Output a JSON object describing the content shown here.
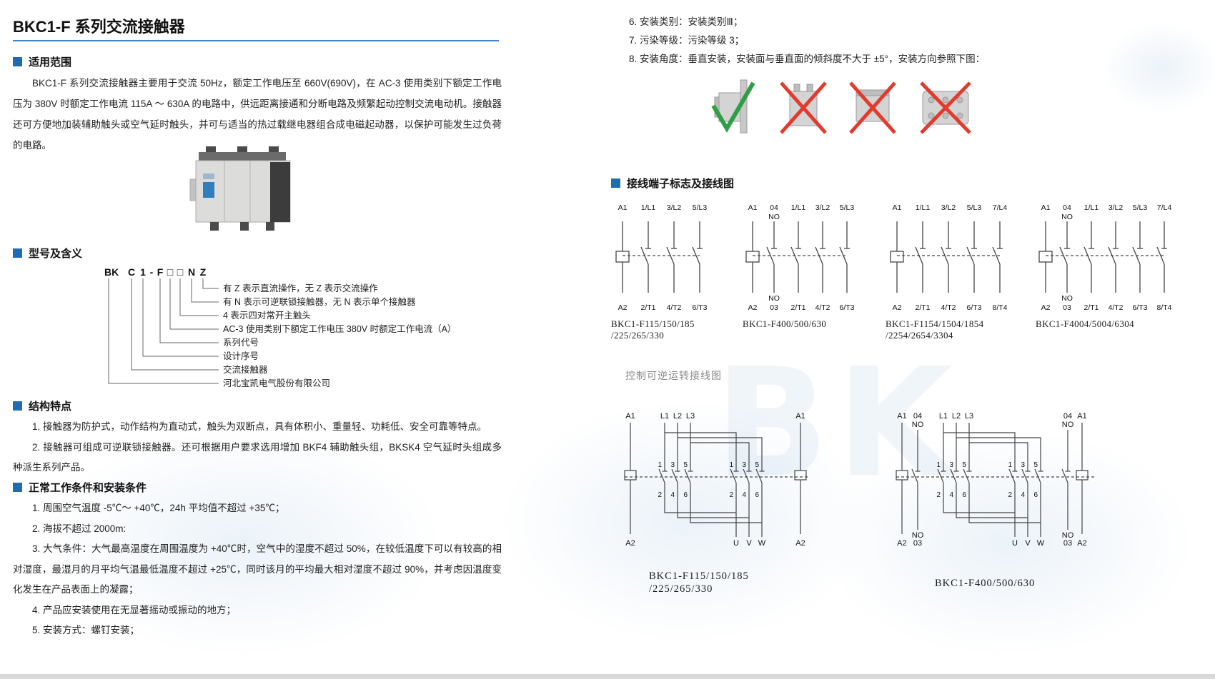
{
  "page": {
    "title": "BKC1-F 系列交流接触器"
  },
  "colors": {
    "accent_blue": "#1f6cb0",
    "rule_blue": "#3d85c6",
    "check_green": "#2f9e44",
    "cross_red": "#e23b2e"
  },
  "watermark": {
    "text": "BK"
  },
  "scope": {
    "heading": "适用范围",
    "body": "BKC1-F 系列交流接触器主要用于交流 50Hz，额定工作电压至 660V(690V)，在 AC-3 使用类别下额定工作电压为 380V 时额定工作电流 115A ～ 630A 的电路中，供远距离接通和分断电路及频繁起动控制交流电动机。接触器还可方便地加装辅助触头或空气延时触头，并可与适当的热过载继电器组合成电磁起动器，以保护可能发生过负荷的电路。"
  },
  "model": {
    "heading": "型号及含义",
    "code_parts": [
      "BK",
      "C",
      "1",
      "-",
      "F",
      "□",
      "□",
      "N",
      "Z"
    ],
    "legend": [
      "有 Z 表示直流操作，无 Z 表示交流操作",
      "有 N 表示可逆联锁接触器，无 N 表示单个接触器",
      "4 表示四对常开主触头",
      "AC-3 使用类别下额定工作电压 380V 时额定工作电流（A）",
      "系列代号",
      "设计序号",
      "交流接触器",
      "河北宝凯电气股份有限公司"
    ]
  },
  "features": {
    "heading": "结构特点",
    "items": [
      "1. 接触器为防护式，动作结构为直动式，触头为双断点，具有体积小、重量轻、功耗低、安全可靠等特点。",
      "2. 接触器可组成可逆联锁接触器。还可根据用户要求选用增加 BKF4 辅助触头组，BKSK4 空气延时头组成多种派生系列产品。"
    ]
  },
  "conditions": {
    "heading": "正常工作条件和安装条件",
    "items": [
      "1. 周围空气温度 -5℃～ +40℃，24h 平均值不超过 +35℃；",
      "2. 海拔不超过 2000m:",
      "3. 大气条件：大气最高温度在周围温度为 +40℃时，空气中的湿度不超过 50%，在较低温度下可以有较高的相对湿度，最湿月的月平均气温最低温度不超过 +25℃，同时该月的平均最大相对湿度不超过 90%，并考虑因温度变化发生在产品表面上的凝露；",
      "4. 产品应安装使用在无显著摇动或振动的地方；",
      "5. 安装方式：螺钉安装；"
    ],
    "items_right": [
      "6. 安装类别：安装类别Ⅲ；",
      "7. 污染等级：污染等级 3；",
      "8. 安装角度：垂直安装，安装面与垂直面的倾斜度不大于 ±5°，安装方向参照下图："
    ]
  },
  "wiring": {
    "heading": "接线端子标志及接线图",
    "no_label": "NO",
    "diagrams": [
      {
        "top": [
          "A1",
          "1/L1",
          "3/L2",
          "5/L3"
        ],
        "bottom": [
          "A2",
          "2/T1",
          "4/T2",
          "6/T3"
        ],
        "caption1": "BKC1-F115/150/185",
        "caption2": "/225/265/330"
      },
      {
        "top": [
          "A1",
          "04",
          "1/L1",
          "3/L2",
          "5/L3"
        ],
        "bottom": [
          "A2",
          "03",
          "2/T1",
          "4/T2",
          "6/T3"
        ],
        "caption1": "BKC1-F400/500/630",
        "caption2": ""
      },
      {
        "top": [
          "A1",
          "1/L1",
          "3/L2",
          "5/L3",
          "7/L4"
        ],
        "bottom": [
          "A2",
          "2/T1",
          "4/T2",
          "6/T3",
          "8/T4"
        ],
        "caption1": "BKC1-F1154/1504/1854",
        "caption2": "/2254/2654/3304"
      },
      {
        "top": [
          "A1",
          "04",
          "1/L1",
          "3/L2",
          "5/L3",
          "7/L4"
        ],
        "bottom": [
          "A2",
          "03",
          "2/T1",
          "4/T2",
          "6/T3",
          "8/T4"
        ],
        "caption1": "BKC1-F4004/5004/6304",
        "caption2": ""
      }
    ],
    "control_caption": "控制可逆运转接线图",
    "control_left": {
      "top": [
        "A1",
        "L1",
        "L2",
        "L3",
        "A1"
      ],
      "upper_nums": [
        "1",
        "3",
        "5",
        "1",
        "3",
        "5"
      ],
      "lower_nums": [
        "2",
        "4",
        "6",
        "2",
        "4",
        "6"
      ],
      "bottom": [
        "A2",
        "U",
        "V",
        "W",
        "A2"
      ],
      "caption1": "BKC1-F115/150/185",
      "caption2": "/225/265/330"
    },
    "control_right": {
      "top": [
        "A1",
        "04",
        "L1",
        "L2",
        "L3",
        "04",
        "A1"
      ],
      "no": "NO",
      "upper_nums": [
        "1",
        "3",
        "5",
        "1",
        "3",
        "5"
      ],
      "lower_nums": [
        "2",
        "4",
        "6",
        "2",
        "4",
        "6"
      ],
      "bottom": [
        "A2",
        "03",
        "U",
        "V",
        "W",
        "03",
        "A2"
      ],
      "caption1": "BKC1-F400/500/630"
    }
  }
}
